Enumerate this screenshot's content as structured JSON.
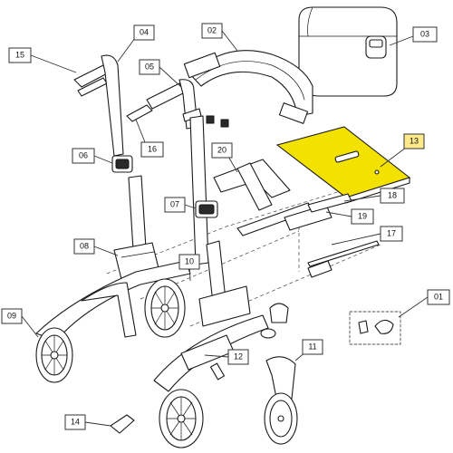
{
  "diagram": {
    "highlight_color": "#f3e100",
    "callouts": [
      {
        "id": "01",
        "label": "01"
      },
      {
        "id": "02",
        "label": "02"
      },
      {
        "id": "03",
        "label": "03"
      },
      {
        "id": "04",
        "label": "04"
      },
      {
        "id": "05",
        "label": "05"
      },
      {
        "id": "06",
        "label": "06"
      },
      {
        "id": "07",
        "label": "07"
      },
      {
        "id": "08",
        "label": "08"
      },
      {
        "id": "09",
        "label": "09"
      },
      {
        "id": "10",
        "label": "10"
      },
      {
        "id": "11",
        "label": "11"
      },
      {
        "id": "12",
        "label": "12"
      },
      {
        "id": "13",
        "label": "13",
        "highlighted": true
      },
      {
        "id": "14",
        "label": "14"
      },
      {
        "id": "15",
        "label": "15"
      },
      {
        "id": "16",
        "label": "16"
      },
      {
        "id": "17",
        "label": "17"
      },
      {
        "id": "18",
        "label": "18"
      },
      {
        "id": "19",
        "label": "19"
      },
      {
        "id": "20",
        "label": "20"
      }
    ]
  }
}
